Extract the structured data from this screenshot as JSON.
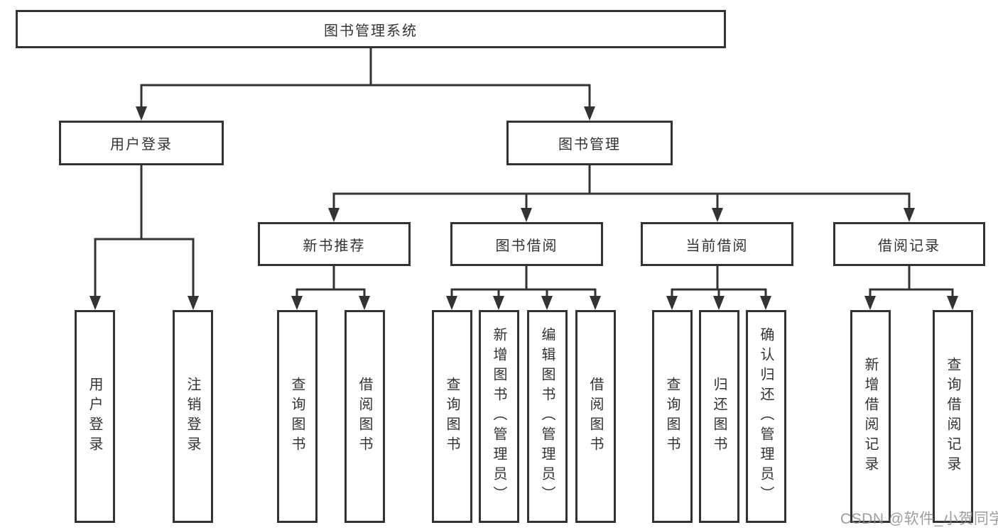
{
  "diagram": {
    "root": {
      "label": "图书管理系统"
    },
    "tree": [
      {
        "label": "用户登录",
        "children": [
          {
            "label": "用户登录"
          },
          {
            "label": "注销登录"
          }
        ]
      },
      {
        "label": "图书管理",
        "children": [
          {
            "label": "新书推荐",
            "children": [
              {
                "label": "查询图书"
              },
              {
                "label": "借阅图书"
              }
            ]
          },
          {
            "label": "图书借阅",
            "children": [
              {
                "label": "查询图书"
              },
              {
                "label": "新增图书（管理员）"
              },
              {
                "label": "编辑图书（管理员）"
              },
              {
                "label": "借阅图书"
              }
            ]
          },
          {
            "label": "当前借阅",
            "children": [
              {
                "label": "查询图书"
              },
              {
                "label": "归还图书"
              },
              {
                "label": "确认归还（管理员）"
              }
            ]
          },
          {
            "label": "借阅记录",
            "children": [
              {
                "label": "新增借阅记录"
              },
              {
                "label": "查询借阅记录"
              }
            ]
          }
        ]
      }
    ]
  },
  "watermark": {
    "text": "CSDN @软件_小贺同学"
  },
  "colors": {
    "line": "#333333",
    "box_border": "#333333",
    "text": "#333333",
    "watermark": "#8c8c8c",
    "background": "#ffffff"
  }
}
